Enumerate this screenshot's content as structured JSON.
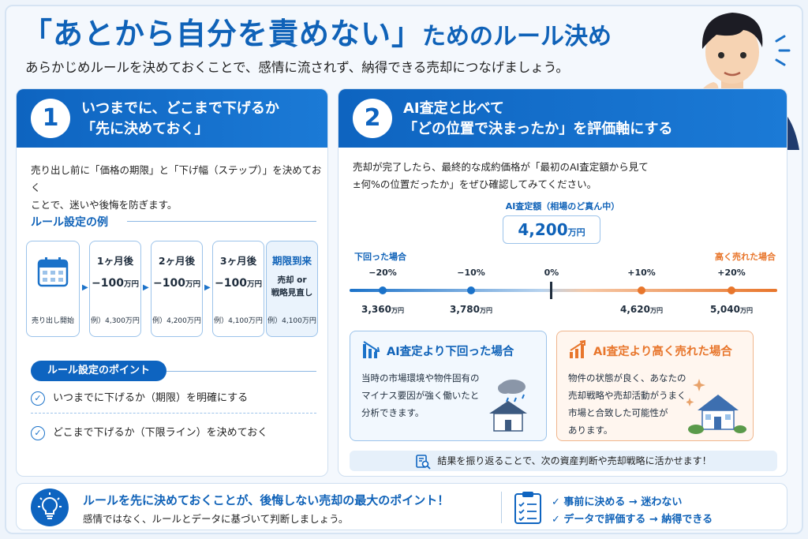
{
  "header": {
    "title_main": "「あとから自分を責めない」",
    "title_sub": "ためのルール決め",
    "subtitle": "あらかじめルールを決めておくことで、感情に流されず、納得できる売却につなげましょう。"
  },
  "panel1": {
    "number": "1",
    "heading_line1": "いつまでに、どこまで下げるか",
    "heading_line2": "「先に決めておく」",
    "desc_line1": "売り出し前に「価格の期限」と「下げ幅（ステップ）」を決めておく",
    "desc_line2": "ことで、迷いや後悔を防ぎます。",
    "example_label": "ルール設定の例",
    "steps": [
      {
        "top": "",
        "mid": "",
        "bottom": "売り出し開始"
      },
      {
        "top": "1ヶ月後",
        "mid": "−100",
        "unit": "万円",
        "bottom": "例）4,300万円"
      },
      {
        "top": "2ヶ月後",
        "mid": "−100",
        "unit": "万円",
        "bottom": "例）4,200万円"
      },
      {
        "top": "3ヶ月後",
        "mid": "−100",
        "unit": "万円",
        "bottom": "例）4,100万円"
      },
      {
        "top": "期限到来",
        "mid_line1": "売却 or",
        "mid_line2": "戦略見直し",
        "bottom": "例）4,100万円"
      }
    ],
    "points_label": "ルール設定のポイント",
    "points": [
      "いつまでに下げるか（期限）を明確にする",
      "どこまで下げるか（下限ライン）を決めておく"
    ]
  },
  "panel2": {
    "number": "2",
    "heading_line1": "AI査定と比べて",
    "heading_line2": "「どの位置で決まったか」を評価軸にする",
    "desc_line1": "売却が完了したら、最終的な成約価格が「最初のAI査定額から見て",
    "desc_line2": "±何%の位置だったか」をぜひ確認してみてください。",
    "ai_label": "AI査定額（相場のど真ん中）",
    "ai_value": "4,200",
    "ai_unit": "万円",
    "low_note": "下回った場合",
    "high_note": "高く売れた場合",
    "scale": [
      {
        "pct": "−20%",
        "value": "3,360",
        "unit": "万円",
        "side": "low"
      },
      {
        "pct": "−10%",
        "value": "3,780",
        "unit": "万円",
        "side": "low"
      },
      {
        "pct": "0%",
        "value": "",
        "unit": "",
        "side": "center"
      },
      {
        "pct": "+10%",
        "value": "4,620",
        "unit": "万円",
        "side": "high"
      },
      {
        "pct": "+20%",
        "value": "5,040",
        "unit": "万円",
        "side": "high"
      }
    ],
    "low_box": {
      "title": "AI査定より下回った場合",
      "line1": "当時の市場環境や物件固有の",
      "line2": "マイナス要因が強く働いたと",
      "line3": "分析できます。"
    },
    "high_box": {
      "title": "AI査定より高く売れた場合",
      "line1": "物件の状態が良く、あなたの",
      "line2": "売却戦略や売却活動がうまく",
      "line3": "市場と合致した可能性が",
      "line4": "あります。"
    },
    "review": "結果を振り返ることで、次の資産判断や売却戦略に活かせます！"
  },
  "footer": {
    "main": "ルールを先に決めておくことが、後悔しない売却の最大のポイント！",
    "sub": "感情ではなく、ルールとデータに基づいて判断しましょう。",
    "item1": "事前に決める → 迷わない",
    "item2": "データで評価する → 納得できる"
  },
  "colors": {
    "primary": "#0e64c0",
    "accent_orange": "#e8762c",
    "bg": "#f4f8fd"
  },
  "icons": [
    "calendar-icon",
    "check-icon",
    "chart-down-icon",
    "chart-up-icon",
    "house-icon",
    "cloud-icon",
    "sparkle-icon",
    "search-document-icon",
    "lightbulb-icon",
    "clipboard-icon"
  ]
}
